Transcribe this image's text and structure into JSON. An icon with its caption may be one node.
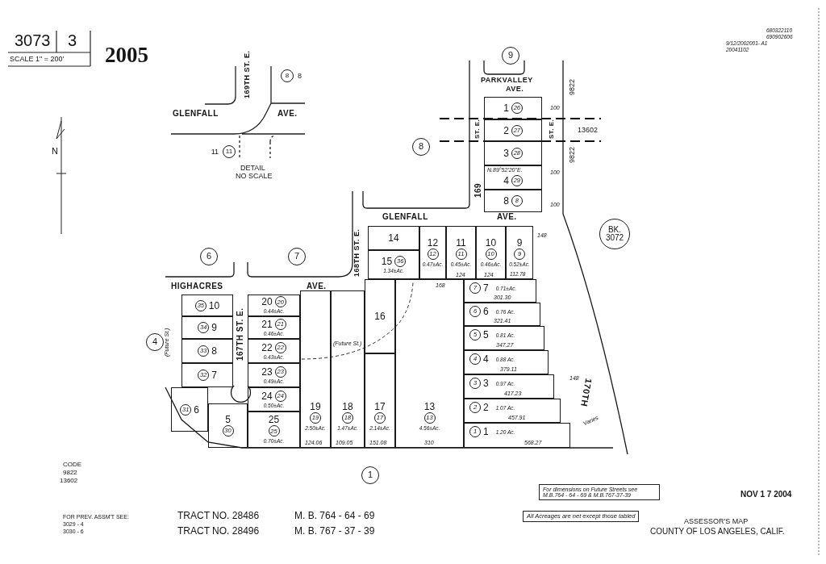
{
  "diagram": {
    "title": "2005",
    "nodes": [
      {
        "text": [
          "8"
        ],
        "beside": [
          "8"
        ]
      },
      {
        "text": [
          "11"
        ],
        "beside": [
          "11"
        ]
      },
      {
        "text": [
          "9"
        ]
      },
      {
        "text": [
          "1",
          "26"
        ]
      },
      {
        "text": [
          "2",
          "27"
        ]
      },
      {
        "text": [
          "3",
          "28"
        ]
      },
      {
        "text": [
          "4",
          "29"
        ]
      },
      {
        "text": [
          "8",
          "8"
        ]
      },
      {
        "text": [
          "8"
        ]
      },
      {
        "text": [
          "BK. 3072"
        ]
      },
      {
        "text": [
          "14"
        ]
      },
      {
        "text": [
          "15",
          "36",
          "1.34±Ac."
        ]
      },
      {
        "text": [
          "12",
          "12",
          "0.47±Ac."
        ]
      },
      {
        "text": [
          "11",
          "11",
          "0.45±Ac."
        ]
      },
      {
        "text": [
          "10",
          "10",
          "0.46±Ac."
        ]
      },
      {
        "text": [
          "9",
          "9",
          "0.52±Ac."
        ]
      },
      {
        "text": [
          "6"
        ]
      },
      {
        "text": [
          "7"
        ]
      },
      {
        "text": [
          "16"
        ]
      },
      {
        "text": [
          "35",
          "10"
        ]
      },
      {
        "text": [
          "20",
          "20",
          "0.44±Ac."
        ]
      },
      {
        "text": [
          "7",
          "7",
          "0.71±Ac."
        ]
      },
      {
        "text": [
          "34",
          "9"
        ]
      },
      {
        "text": [
          "21",
          "21",
          "0.46±Ac."
        ]
      },
      {
        "text": [
          "6",
          "6",
          "0.76 Ac."
        ]
      },
      {
        "text": [
          "4"
        ]
      },
      {
        "text": [
          "33",
          "8"
        ]
      },
      {
        "text": [
          "22",
          "22",
          "0.43±Ac."
        ]
      },
      {
        "text": [
          "5",
          "5",
          "0.81 Ac."
        ]
      },
      {
        "text": [
          "32",
          "7"
        ]
      },
      {
        "text": [
          "23",
          "23",
          "0.49±Ac."
        ]
      },
      {
        "text": [
          "4",
          "4",
          "0.88 Ac."
        ]
      },
      {
        "text": [
          "13",
          "13",
          "4.56±Ac."
        ]
      },
      {
        "text": [
          "31",
          "6"
        ]
      },
      {
        "text": [
          "24",
          "24",
          "0.50±Ac."
        ]
      },
      {
        "text": [
          "19",
          "19",
          "2.50±Ac."
        ]
      },
      {
        "text": [
          "18",
          "18",
          "1.47±Ac."
        ]
      },
      {
        "text": [
          "17",
          "17",
          "2.14±Ac."
        ]
      },
      {
        "text": [
          "3",
          "3",
          "0.97 Ac."
        ]
      },
      {
        "text": [
          "5",
          "30"
        ]
      },
      {
        "text": [
          "25",
          "25",
          "0.70±Ac."
        ]
      },
      {
        "text": [
          "2",
          "2",
          "1.07 Ac."
        ]
      },
      {
        "text": [
          "1",
          "1",
          "1.20 Ac."
        ]
      },
      {
        "text": [
          "1"
        ]
      }
    ],
    "labels": [
      "3073",
      "3",
      "SCALE 1\" = 200'",
      "N",
      "GLENFALL",
      "AVE.",
      "169TH ST. E.",
      "DETAIL",
      "NO SCALE",
      "PARKVALLEY",
      "AVE.",
      "ST. E.",
      "169",
      "ST. E.",
      "9822",
      "13602",
      "9822",
      "GLENFALL",
      "AVE.",
      "168TH ST. E.",
      "HIGHACRES",
      "AVE.",
      "167TH ST. E.",
      "170TH",
      "N.89°52'20\"E.",
      "(Future St.)",
      "(Future St.)",
      "CODE",
      "9822",
      "13602",
      "FOR PREV. ASSM'T SEE:",
      "3029 - 4",
      "3030 - 6",
      "TRACT NO. 28486",
      "M. B. 764 - 64 - 69",
      "TRACT NO. 28496",
      "M. B. 767 - 37 - 39",
      "For dimensions on Future Streets see M.B.764 - 64 - 69 & M.B.767-37-39",
      "All Acreages are net except those tabled",
      "NOV 1 7 2004",
      "ASSESSOR'S MAP",
      "COUNTY OF LOS ANGELES, CALIF.",
      "680322110",
      "690902606",
      "9/12/2002001- A1",
      "20041102",
      "301.30",
      "321.41",
      "347.27",
      "379.11",
      "417.23",
      "457.91",
      "568.27",
      "310",
      "151.08",
      "109.05",
      "124.06",
      "168",
      "124",
      "124",
      "112.78",
      "100",
      "100",
      "100",
      "148",
      "148",
      "Varies"
    ]
  }
}
